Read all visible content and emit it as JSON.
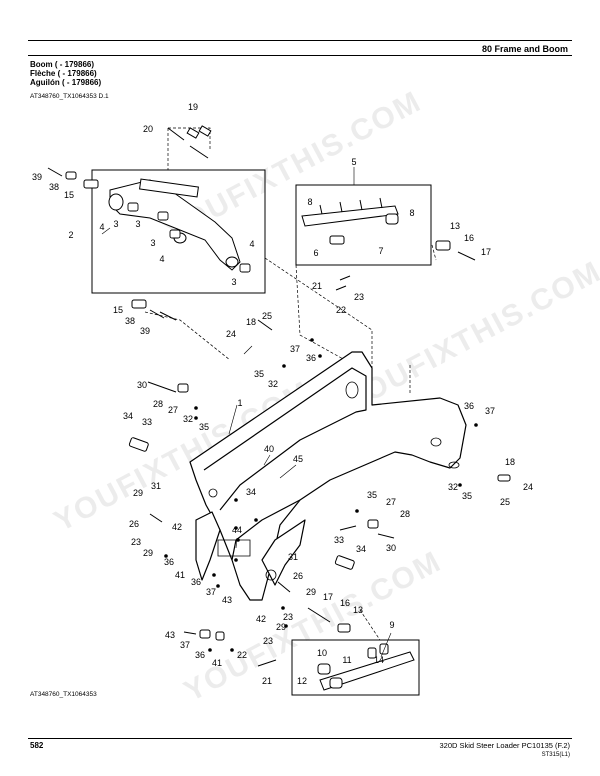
{
  "header": {
    "section_title": "80 Frame and Boom"
  },
  "titles": [
    "Boom ( - 179866)",
    "Flèche ( - 179866)",
    "Aguilón ( - 179866)"
  ],
  "figure_ref_top": "AT348760_TX1064353 D.1",
  "figure_ref_bottom": "AT348760_TX1064353",
  "footer": {
    "page_number": "582",
    "model_text": "320D Skid Steer Loader   PC10135   (F.2)",
    "code": "ST315(L1)"
  },
  "watermark": "YOUFIXTHIS.COM",
  "callouts": {
    "c1": "1",
    "c2": "2",
    "c3a": "3",
    "c3b": "3",
    "c3c": "3",
    "c3d": "3",
    "c4a": "4",
    "c4b": "4",
    "c4c": "4",
    "c5": "5",
    "c6": "6",
    "c7": "7",
    "c8a": "8",
    "c8b": "8",
    "c9": "9",
    "c10": "10",
    "c11": "11",
    "c12": "12",
    "c13a": "13",
    "c13b": "13",
    "c14": "14",
    "c15a": "15",
    "c15b": "15",
    "c16a": "16",
    "c16b": "16",
    "c17a": "17",
    "c17b": "17",
    "c18a": "18",
    "c18b": "18",
    "c19": "19",
    "c20": "20",
    "c21a": "21",
    "c21b": "21",
    "c22a": "22",
    "c22b": "22",
    "c23a": "23",
    "c23b": "23",
    "c23c": "23",
    "c23d": "23",
    "c24a": "24",
    "c24b": "24",
    "c25a": "25",
    "c25b": "25",
    "c26a": "26",
    "c26b": "26",
    "c27a": "27",
    "c27b": "27",
    "c28a": "28",
    "c28b": "28",
    "c29a": "29",
    "c29b": "29",
    "c29c": "29",
    "c29d": "29",
    "c30a": "30",
    "c30b": "30",
    "c31a": "31",
    "c31b": "31",
    "c32a": "32",
    "c32b": "32",
    "c32c": "32",
    "c33a": "33",
    "c33b": "33",
    "c34a": "34",
    "c34b": "34",
    "c34c": "34",
    "c35a": "35",
    "c35b": "35",
    "c35c": "35",
    "c35d": "35",
    "c36a": "36",
    "c36b": "36",
    "c36c": "36",
    "c36d": "36",
    "c36e": "36",
    "c37a": "37",
    "c37b": "37",
    "c37c": "37",
    "c37d": "37",
    "c38a": "38",
    "c38b": "38",
    "c39a": "39",
    "c39b": "39",
    "c40": "40",
    "c41a": "41",
    "c41b": "41",
    "c42a": "42",
    "c42b": "42",
    "c43a": "43",
    "c43b": "43",
    "c44": "44",
    "c45": "45"
  }
}
